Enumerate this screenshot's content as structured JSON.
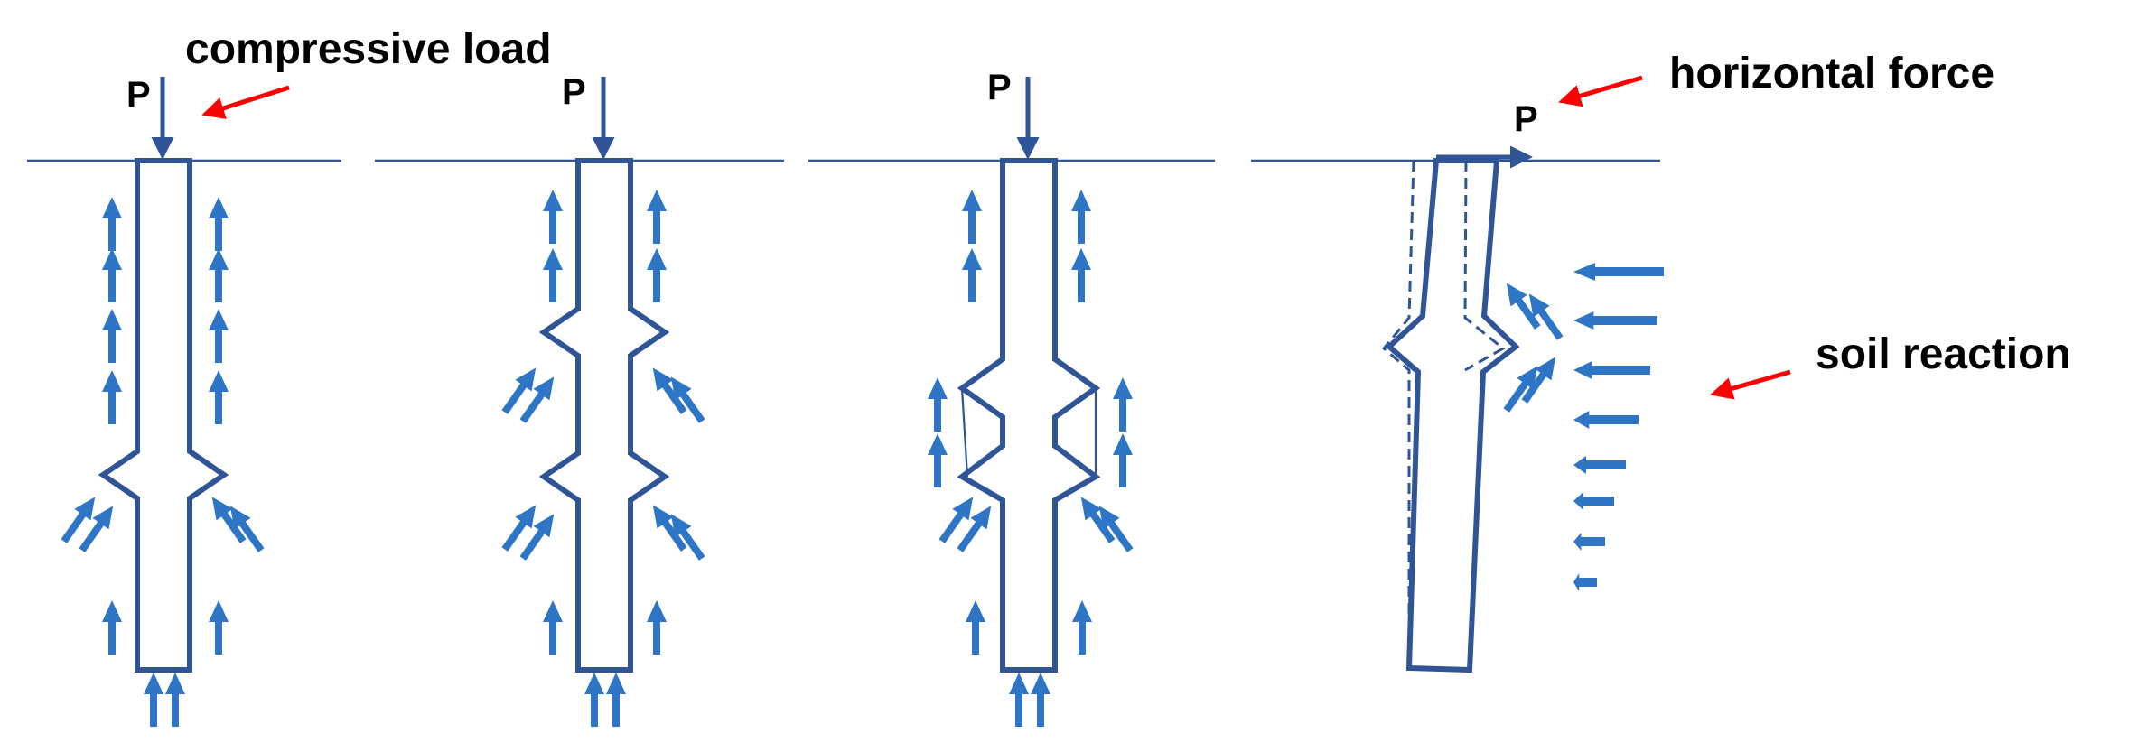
{
  "labels": {
    "compressive_load": "compressive load",
    "horizontal_force": "horizontal  force",
    "soil_reaction": "soil reaction",
    "p": "P"
  },
  "colors": {
    "pile": "#2f5597",
    "arrow": "#2e75c6",
    "pointer": "#ff0000",
    "text": "#000000"
  },
  "icons": [
    "up-arrow-icon",
    "inclined-arrow-icon",
    "left-arrow-icon",
    "red-pointer-arrow-icon"
  ]
}
